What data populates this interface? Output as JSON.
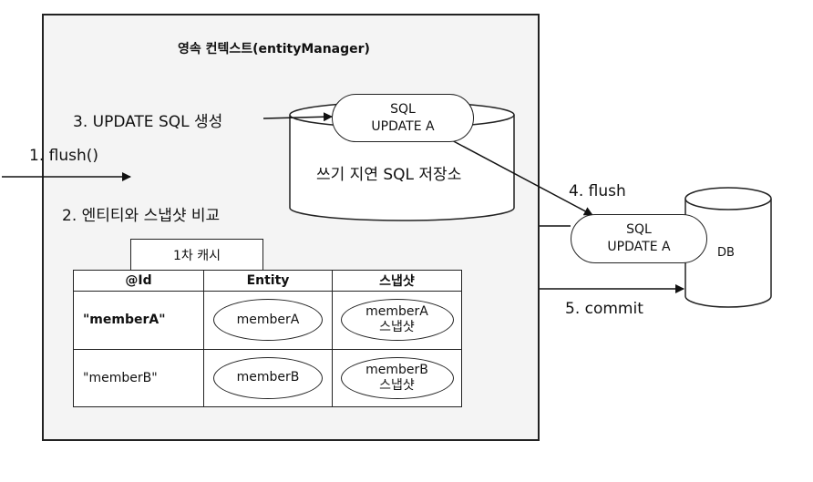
{
  "context": {
    "title": "영속 컨텍스트(entityManager)"
  },
  "steps": {
    "flush_call": "1. flush()",
    "compare": "2. 엔티티와 스냅샷 비교",
    "update_sql": "3. UPDATE SQL 생성",
    "flush": "4. flush",
    "commit": "5. commit"
  },
  "write_store": {
    "label": "쓰기 지연 SQL 저장소",
    "sql_line1": "SQL",
    "sql_line2": "UPDATE A"
  },
  "db": {
    "label": "DB",
    "sql_line1": "SQL",
    "sql_line2": "UPDATE A"
  },
  "cache": {
    "label": "1차 캐시",
    "headers": [
      "@Id",
      "Entity",
      "스냅샷"
    ],
    "rows": [
      {
        "id": "\"memberA\"",
        "entity": "memberA",
        "snapshot_line1": "memberA",
        "snapshot_line2": "스냅샷"
      },
      {
        "id": "\"memberB\"",
        "entity": "memberB",
        "snapshot_line1": "memberB",
        "snapshot_line2": "스냅샷"
      }
    ]
  }
}
